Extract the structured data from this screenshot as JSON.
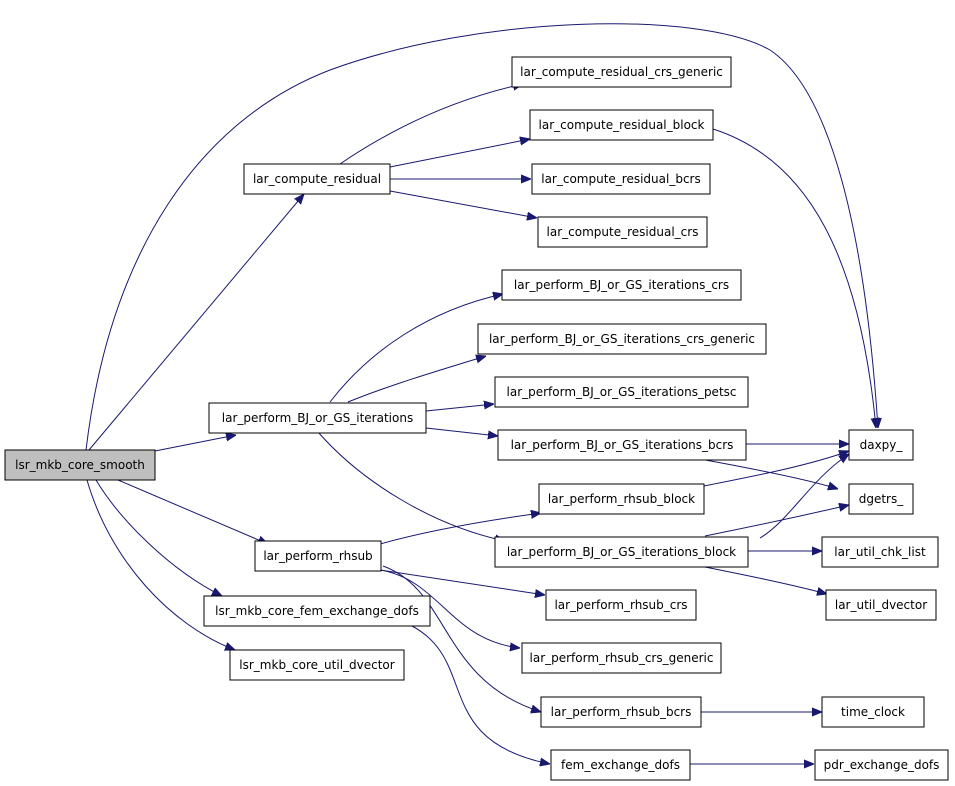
{
  "graph": {
    "colors": {
      "edge": "#191970",
      "root_fill": "#bfbfbf",
      "node_fill": "#ffffff",
      "node_border": "#000000"
    },
    "nodes": {
      "lsr_mkb_core_smooth": "lsr_mkb_core_smooth",
      "lar_compute_residual": "lar_compute_residual",
      "lar_perform_BJ_or_GS_iterations": "lar_perform_BJ_or_GS_iterations",
      "lar_perform_rhsub": "lar_perform_rhsub",
      "lsr_mkb_core_fem_exchange_dofs": "lsr_mkb_core_fem_exchange_dofs",
      "lsr_mkb_core_util_dvector": "lsr_mkb_core_util_dvector",
      "lar_compute_residual_crs_generic": "lar_compute_residual_crs_generic",
      "lar_compute_residual_block": "lar_compute_residual_block",
      "lar_compute_residual_bcrs": "lar_compute_residual_bcrs",
      "lar_compute_residual_crs": "lar_compute_residual_crs",
      "lar_perform_BJ_or_GS_iterations_crs": "lar_perform_BJ_or_GS_iterations_crs",
      "lar_perform_BJ_or_GS_iterations_crs_generic": "lar_perform_BJ_or_GS_iterations_crs_generic",
      "lar_perform_BJ_or_GS_iterations_petsc": "lar_perform_BJ_or_GS_iterations_petsc",
      "lar_perform_BJ_or_GS_iterations_bcrs": "lar_perform_BJ_or_GS_iterations_bcrs",
      "lar_perform_BJ_or_GS_iterations_block": "lar_perform_BJ_or_GS_iterations_block",
      "lar_perform_rhsub_block": "lar_perform_rhsub_block",
      "lar_perform_rhsub_crs": "lar_perform_rhsub_crs",
      "lar_perform_rhsub_crs_generic": "lar_perform_rhsub_crs_generic",
      "lar_perform_rhsub_bcrs": "lar_perform_rhsub_bcrs",
      "fem_exchange_dofs": "fem_exchange_dofs",
      "daxpy_": "daxpy_",
      "dgetrs_": "dgetrs_",
      "lar_util_chk_list": "lar_util_chk_list",
      "lar_util_dvector": "lar_util_dvector",
      "time_clock": "time_clock",
      "pdr_exchange_dofs": "pdr_exchange_dofs"
    }
  }
}
